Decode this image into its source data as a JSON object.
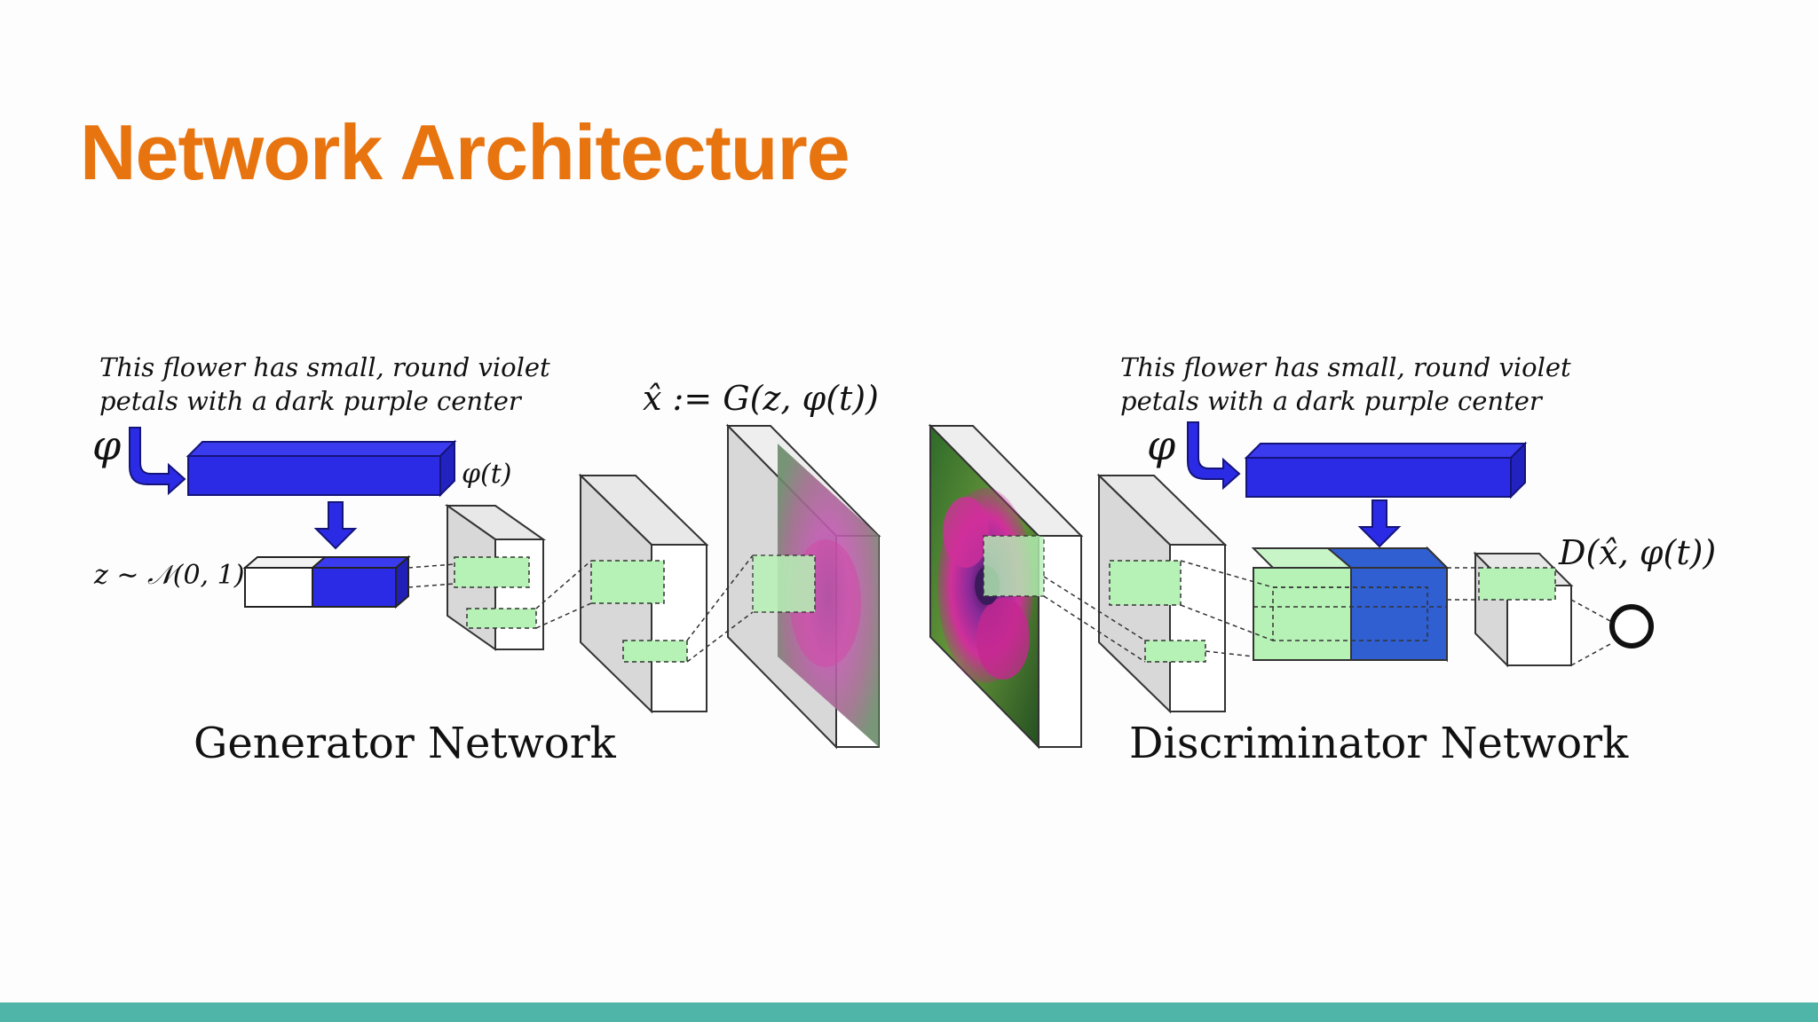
{
  "slide": {
    "title": "Network Architecture",
    "accent_color": "#e8740f",
    "footer_bar_color": "#4fb5a8"
  },
  "diagram": {
    "generator": {
      "caption_line1": "This flower has small, round violet",
      "caption_line2": "petals with a dark purple center",
      "phi_symbol": "φ",
      "embedding_label": "φ(t)",
      "noise_label": "z ∼ 𝒩(0, 1)",
      "output_label": "x̂ := G(z, φ(t))",
      "network_label": "Generator Network"
    },
    "discriminator": {
      "caption_line1": "This flower has small, round violet",
      "caption_line2": "petals with a dark purple center",
      "phi_symbol": "φ",
      "output_label": "D(x̂, φ(t))",
      "network_label": "Discriminator Network"
    },
    "colors": {
      "embedding_blue": "#2b2be6",
      "conv_green": "#b6f2b6",
      "layer_gray": "#e4e4e4",
      "flower_magenta": "#c4238f",
      "leaf_green": "#2f6a2a"
    }
  }
}
